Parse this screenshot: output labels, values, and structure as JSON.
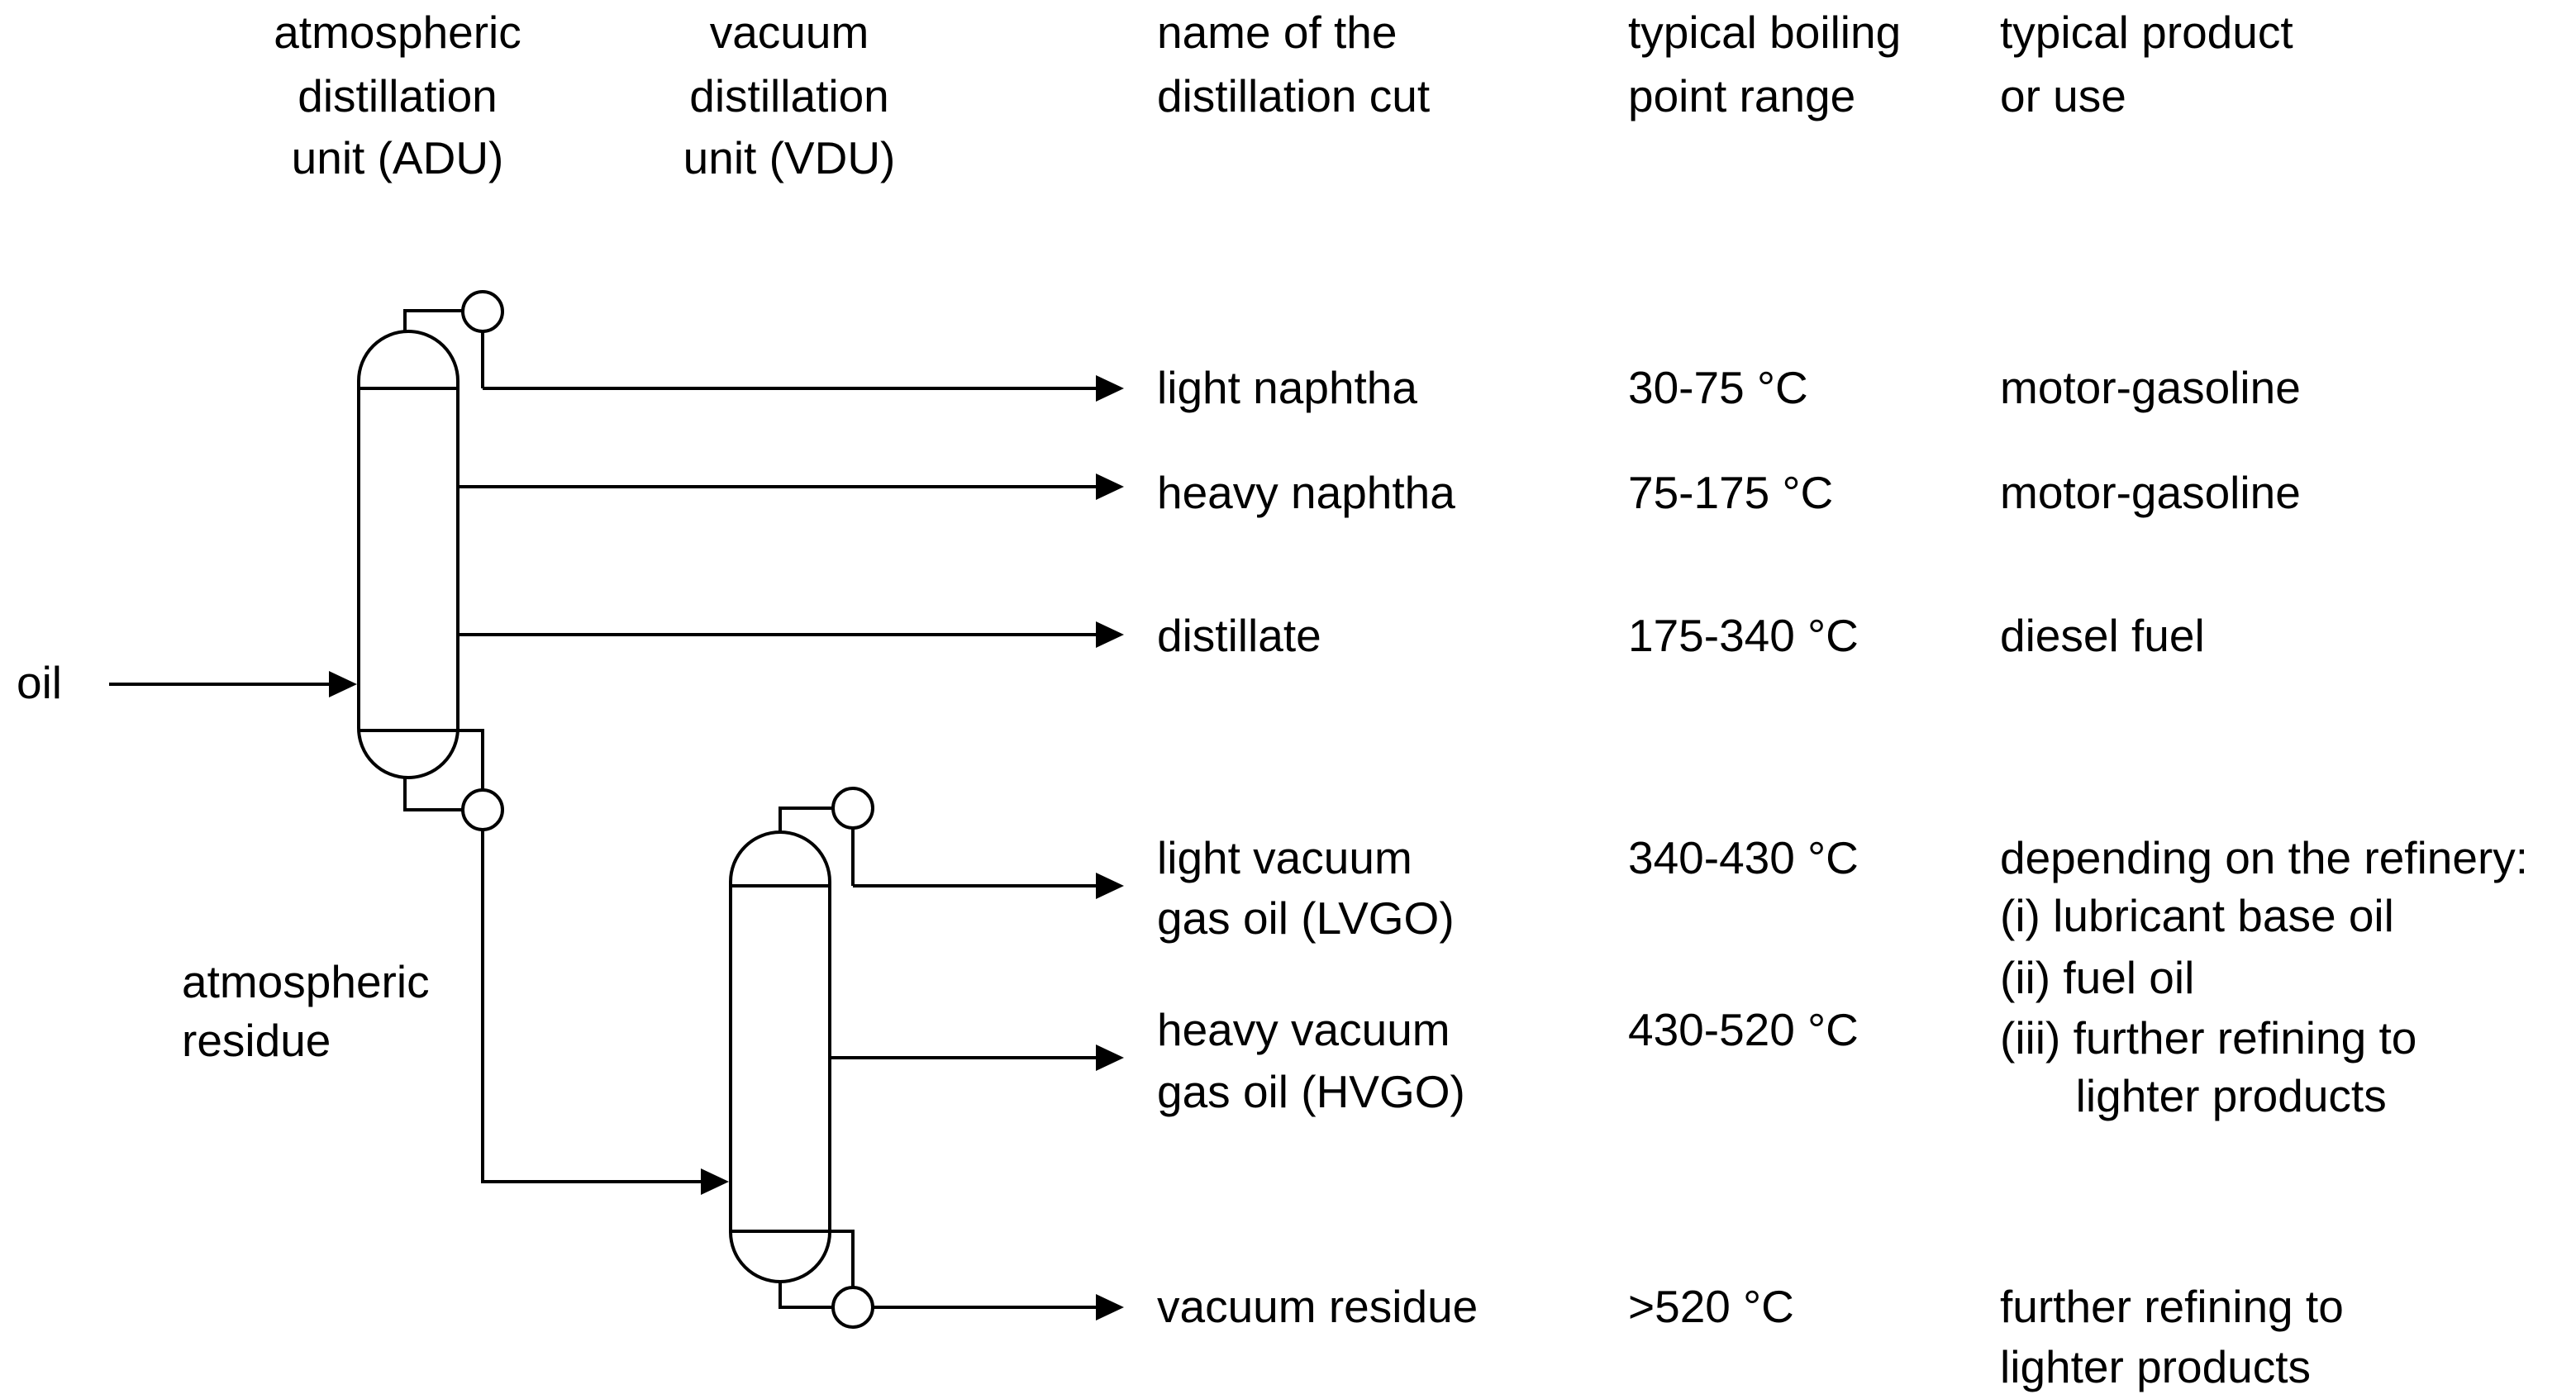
{
  "headers": {
    "adu": [
      "atmospheric",
      "distillation",
      "unit (ADU)"
    ],
    "vdu": [
      "vacuum",
      "distillation",
      "unit (VDU)"
    ],
    "cut": [
      "name of the",
      "distillation cut"
    ],
    "bp": [
      "typical boiling",
      "point range"
    ],
    "use": [
      "typical product",
      "or use"
    ]
  },
  "feed": {
    "label": "oil"
  },
  "residue": {
    "label": [
      "atmospheric",
      "residue"
    ]
  },
  "rows": [
    {
      "name": [
        "light naphtha"
      ],
      "bp": "30-75 °C",
      "use": [
        "motor-gasoline"
      ]
    },
    {
      "name": [
        "heavy naphtha"
      ],
      "bp": "75-175 °C",
      "use": [
        "motor-gasoline"
      ]
    },
    {
      "name": [
        "distillate"
      ],
      "bp": "175-340 °C",
      "use": [
        "diesel fuel"
      ]
    },
    {
      "name": [
        "light vacuum",
        "gas oil (LVGO)"
      ],
      "bp": "340-430 °C",
      "use": [
        "depending on the refinery:",
        "(i) lubricant base oil",
        "(ii) fuel oil",
        "(iii) further refining to",
        "      lighter products"
      ]
    },
    {
      "name": [
        "heavy vacuum",
        "gas oil (HVGO)"
      ],
      "bp": "430-520 °C",
      "use": []
    },
    {
      "name": [
        "vacuum residue"
      ],
      "bp": ">520 °C",
      "use": [
        "further refining to",
        "lighter products"
      ]
    }
  ],
  "icons": {
    "column": "distillation-column-icon",
    "drum": "reflux-drum-icon",
    "arrow": "flow-arrow-icon"
  }
}
